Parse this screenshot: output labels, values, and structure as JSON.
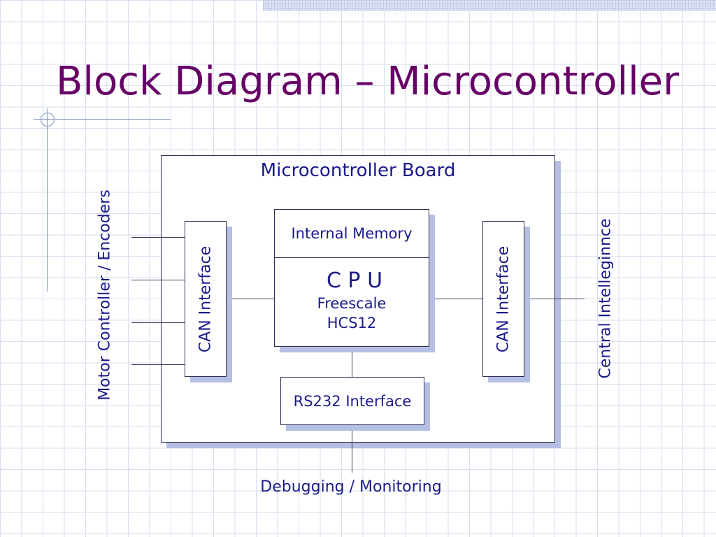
{
  "slide": {
    "title": "Block Diagram – Microcontroller"
  },
  "diagram": {
    "board_label": "Microcontroller Board",
    "left_interface_label": "CAN Interface",
    "right_interface_label": "CAN Interface",
    "memory_label": "Internal Memory",
    "cpu": {
      "name": "C P U",
      "vendor": "Freescale",
      "model": "HCS12"
    },
    "rs232_label": "RS232 Interface",
    "left_external_label": "Motor Controller / Encoders",
    "right_external_label": "Central Intelleginnce",
    "bottom_external_label": "Debugging / Monitoring"
  }
}
